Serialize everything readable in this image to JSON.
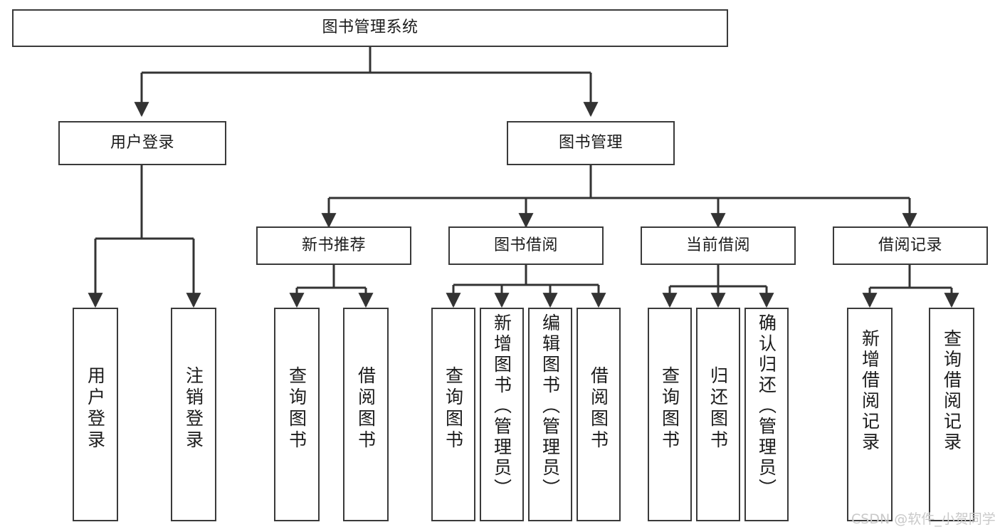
{
  "diagram": {
    "title": "图书管理系统",
    "type": "tree-hierarchy-chart",
    "colors": {
      "box_border": "#3a3a3a",
      "box_fill": "#ffffff",
      "edge": "#333333",
      "text": "#1b1b1b",
      "watermark": "#c9c9c9",
      "background": "#ffffff"
    },
    "watermark": "CSDN @软件_小贺同学"
  },
  "nodes": {
    "root": {
      "label": "图书管理系统"
    },
    "level2": [
      {
        "id": "user-login",
        "label": "用户登录"
      },
      {
        "id": "book-management",
        "label": "图书管理"
      }
    ],
    "level3": [
      {
        "id": "new-book-recommend",
        "label": "新书推荐"
      },
      {
        "id": "book-borrow",
        "label": "图书借阅"
      },
      {
        "id": "current-borrow",
        "label": "当前借阅"
      },
      {
        "id": "borrow-record",
        "label": "借阅记录"
      }
    ],
    "leaves": {
      "user_login": [
        {
          "id": "leaf-user-login",
          "label": "用户登录"
        },
        {
          "id": "leaf-logout",
          "label": "注销登录"
        }
      ],
      "new_book_recommend": [
        {
          "id": "leaf-query-book-1",
          "label": "查询图书"
        },
        {
          "id": "leaf-borrow-book-1",
          "label": "借阅图书"
        }
      ],
      "book_borrow": [
        {
          "id": "leaf-query-book-2",
          "label": "查询图书"
        },
        {
          "id": "leaf-add-book",
          "label": "新增图书（管理员）"
        },
        {
          "id": "leaf-edit-book",
          "label": "编辑图书（管理员）"
        },
        {
          "id": "leaf-borrow-book-2",
          "label": "借阅图书"
        }
      ],
      "current_borrow": [
        {
          "id": "leaf-query-book-3",
          "label": "查询图书"
        },
        {
          "id": "leaf-return-book",
          "label": "归还图书"
        },
        {
          "id": "leaf-confirm-return",
          "label": "确认归还（管理员）"
        }
      ],
      "borrow_record": [
        {
          "id": "leaf-add-record",
          "label": "新增借阅记录"
        },
        {
          "id": "leaf-query-record",
          "label": "查询借阅记录"
        }
      ]
    }
  }
}
